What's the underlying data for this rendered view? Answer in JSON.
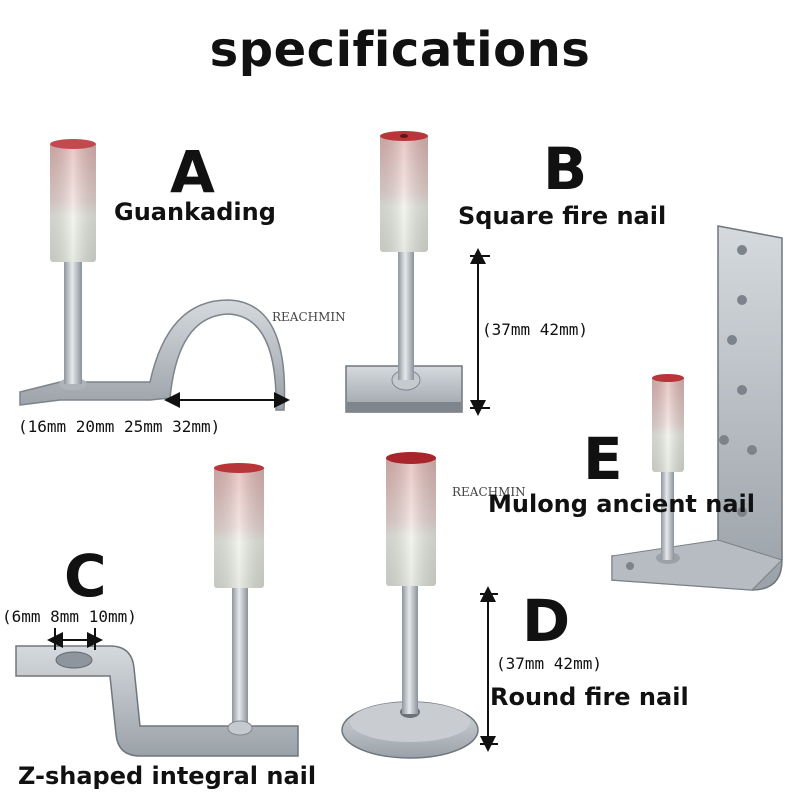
{
  "page": {
    "title": "specifications"
  },
  "watermarks": [
    "REACHMIN",
    "REACHMIN"
  ],
  "products": {
    "a": {
      "letter": "A",
      "name": "Guankading",
      "sizes": "(16mm 20mm 25mm 32mm)"
    },
    "b": {
      "letter": "B",
      "name": "Square fire nail",
      "sizes": "(37mm 42mm)"
    },
    "c": {
      "letter": "C",
      "name": "Z-shaped integral nail",
      "sizes": "(6mm 8mm 10mm)"
    },
    "d": {
      "letter": "D",
      "name": "Round fire nail",
      "sizes": "(37mm 42mm)"
    },
    "e": {
      "letter": "E",
      "name": "Mulong ancient nail"
    }
  },
  "colors": {
    "cap_red": "#b8353a",
    "sleeve_pink": "#e8c6c2",
    "sleeve_white": "#e9ece4",
    "steel": "#b9bfc6"
  }
}
